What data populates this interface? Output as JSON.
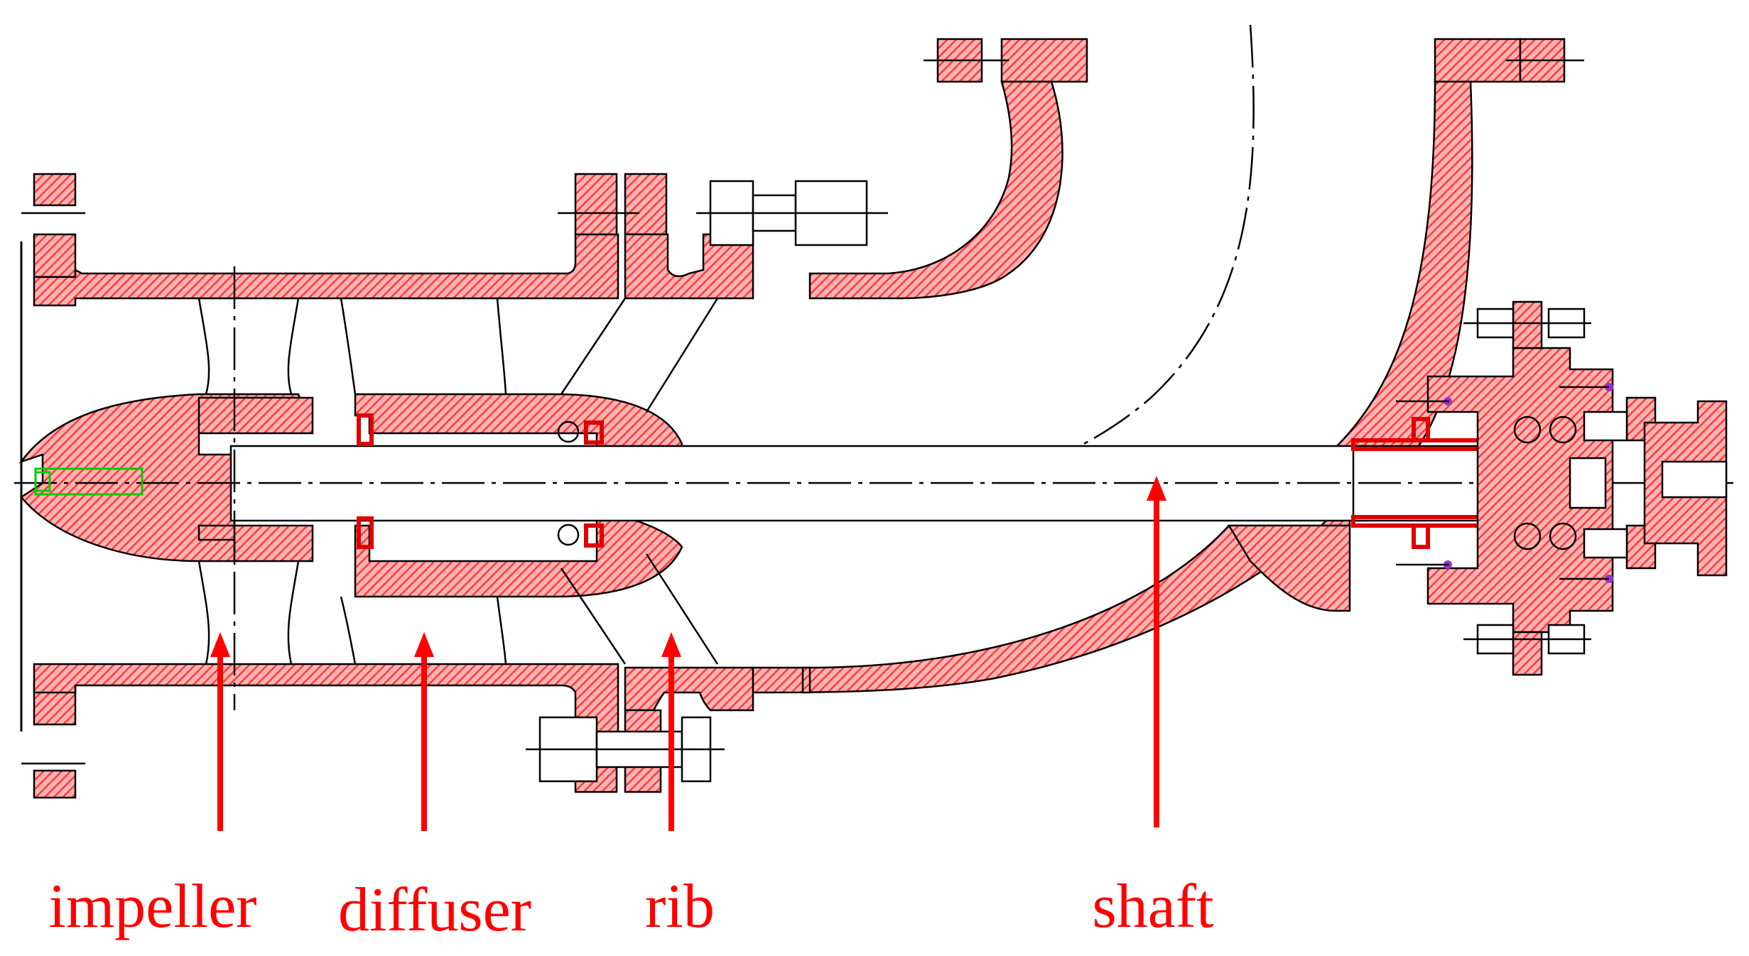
{
  "labels": {
    "impeller": "impeller",
    "diffuser": "diffuser",
    "rib": "rib",
    "shaft": "shaft"
  },
  "colors": {
    "hatch": "#ff5a5a",
    "label": "#ff0000",
    "arrow": "#ff0000",
    "key": "#00cc00",
    "seal_purple": "#9933cc"
  }
}
